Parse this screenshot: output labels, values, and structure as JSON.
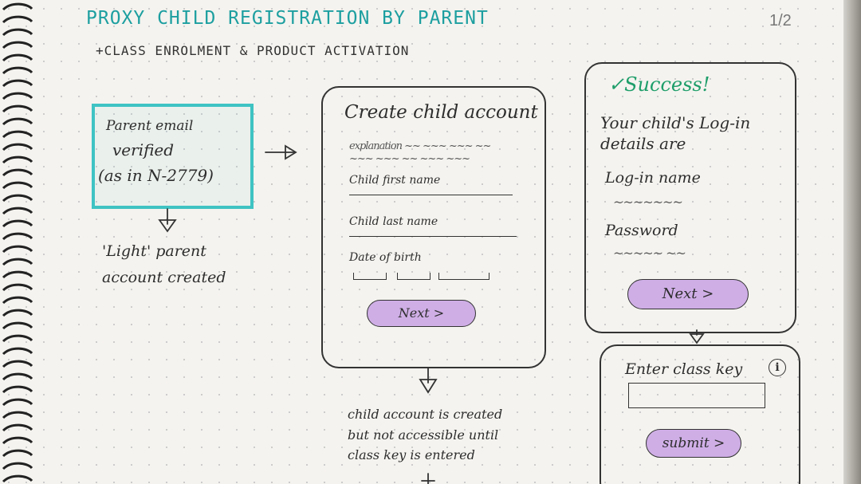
{
  "title": "PROXY CHILD REGISTRATION BY PARENT",
  "subtitle": "+CLASS ENROLMENT & PRODUCT ACTIVATION",
  "page_number": "1/2",
  "colors": {
    "accent_cyan": "#3fc3c3",
    "title_teal": "#1d9fa0",
    "button_purple": "#cfaee6",
    "success_green": "#1e9e6a"
  },
  "step1": {
    "box_lines": [
      "Parent email",
      "verified",
      "(as in N-2779)"
    ],
    "note_lines": [
      "'Light' parent",
      "account created"
    ]
  },
  "create_child": {
    "title": "Create child account",
    "explanation_lines": [
      "explanation ~~ ~~~ ~~~ ~~",
      "~~~ ~~~ ~~ ~~~ ~~~"
    ],
    "first_name_label": "Child first name",
    "last_name_label": "Child last name",
    "dob_label": "Date of birth",
    "next_button": "Next >",
    "note_lines": [
      "child account is created",
      "but not accessible until",
      "class key is entered"
    ]
  },
  "success": {
    "title": "✓Success!",
    "message_lines": [
      "Your child's Log-in",
      "details are"
    ],
    "login_label": "Log-in name",
    "login_value": "~~~~~~~",
    "password_label": "Password",
    "password_value": "~~~~~ ~~",
    "next_button": "Next >"
  },
  "class_key": {
    "label": "Enter class key",
    "info_icon": "i",
    "submit_button": "submit >"
  }
}
